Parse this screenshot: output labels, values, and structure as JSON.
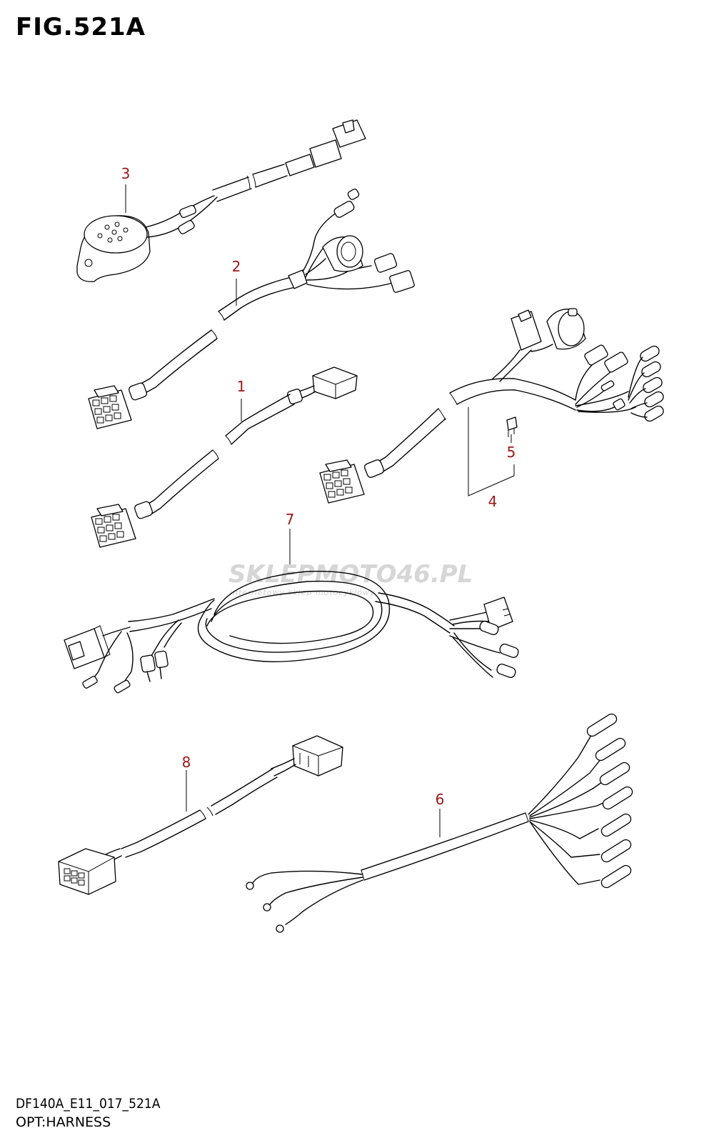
{
  "figure": {
    "title": "FIG.521A",
    "code": "DF140A_E11_017_521A",
    "description": "OPT:HARNESS"
  },
  "watermark": {
    "text_a": "SKLEP",
    "text_b": "MOTO",
    "text_c": "46",
    "text_d": ".PL",
    "tagline": "internetowy sklep motocyklowy"
  },
  "callouts": [
    {
      "id": "1",
      "label": "1"
    },
    {
      "id": "2",
      "label": "2"
    },
    {
      "id": "3",
      "label": "3"
    },
    {
      "id": "4",
      "label": "4"
    },
    {
      "id": "5",
      "label": "5"
    },
    {
      "id": "6",
      "label": "6"
    },
    {
      "id": "7",
      "label": "7"
    },
    {
      "id": "8",
      "label": "8"
    }
  ],
  "colors": {
    "callout": "#a01818",
    "line": "#000000",
    "watermark": "#d6d6d6"
  }
}
